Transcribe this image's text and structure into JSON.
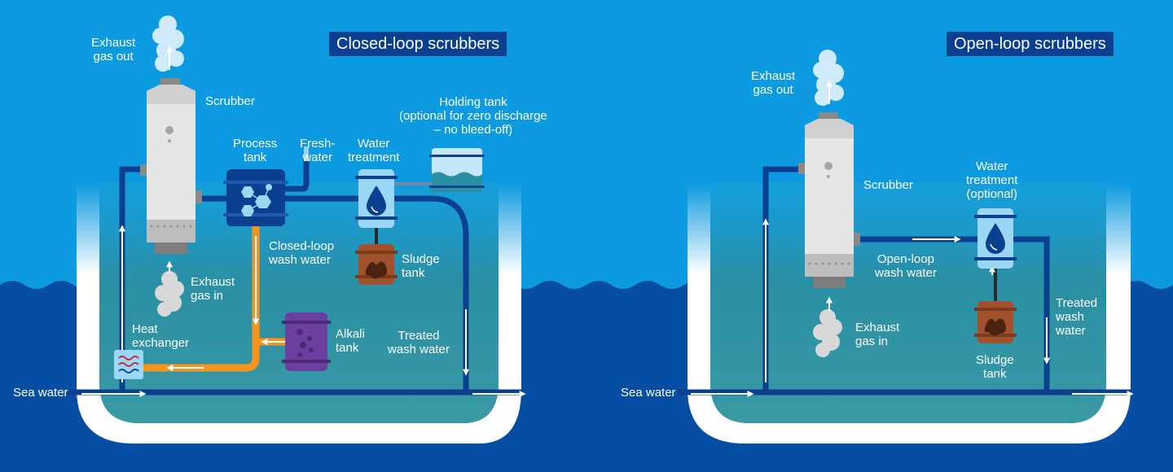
{
  "closed_loop": {
    "title": "Closed-loop scrubbers",
    "exhaust_out": [
      "Exhaust",
      "gas out"
    ],
    "scrubber": "Scrubber",
    "process_tank": [
      "Process",
      "tank"
    ],
    "fresh_water": [
      "Fresh-",
      "water"
    ],
    "water_treatment": [
      "Water",
      "treatment"
    ],
    "holding_tank": [
      "Holding tank",
      "(optional for zero discharge",
      "– no bleed-off)"
    ],
    "closed_loop_wash_water": [
      "Closed-loop",
      "wash water"
    ],
    "sludge_tank": [
      "Sludge",
      "tank"
    ],
    "exhaust_in": [
      "Exhaust",
      "gas in"
    ],
    "heat_exchanger": [
      "Heat",
      "exchanger"
    ],
    "alkali_tank": [
      "Alkali",
      "tank"
    ],
    "treated_wash_water": [
      "Treated",
      "wash water"
    ],
    "sea_water": "Sea water"
  },
  "open_loop": {
    "title": "Open-loop scrubbers",
    "exhaust_out": [
      "Exhaust",
      "gas out"
    ],
    "scrubber": "Scrubber",
    "water_treatment": [
      "Water",
      "treatment",
      "(optional)"
    ],
    "open_loop_wash_water": [
      "Open-loop",
      "wash water"
    ],
    "treated_wash_water": [
      "Treated",
      "wash",
      "water"
    ],
    "sludge_tank": [
      "Sludge",
      "tank"
    ],
    "exhaust_in": [
      "Exhaust",
      "gas in"
    ],
    "sea_water": "Sea water"
  },
  "colors": {
    "sky": "#0c9ae0",
    "sea": "#064ea3",
    "hull_water": "#2a8fa4",
    "pipe": "#0b3f8f",
    "wash_pipe": "#f7941d",
    "title_bg": "#0b3f8f"
  }
}
